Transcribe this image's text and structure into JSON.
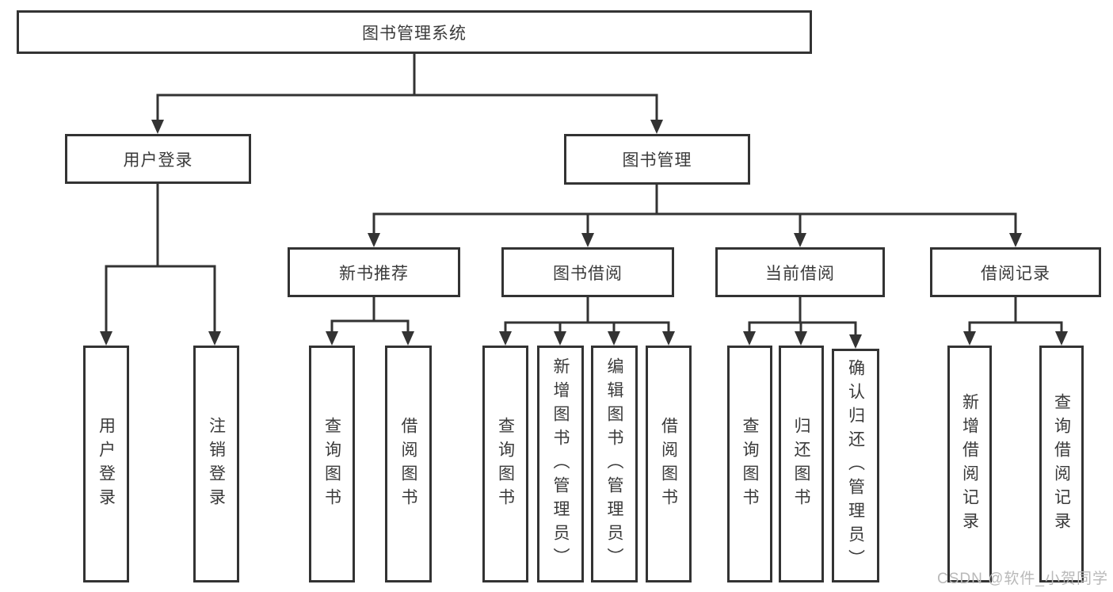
{
  "diagram": {
    "title": "图书管理系统",
    "watermark": "CSDN @软件_小贺同学",
    "colors": {
      "line": "#333333",
      "box_border": "#333333",
      "text": "#3a3a3a",
      "watermark": "#b9b9b9",
      "background": "#ffffff"
    },
    "nodes": {
      "root": {
        "label": "图书管理系统"
      },
      "user_login": {
        "label": "用户登录"
      },
      "book_mgmt": {
        "label": "图书管理"
      },
      "new_book_rec": {
        "label": "新书推荐"
      },
      "book_borrow": {
        "label": "图书借阅"
      },
      "current_borrow": {
        "label": "当前借阅"
      },
      "borrow_records": {
        "label": "借阅记录"
      },
      "leaf_user_login": {
        "label": "用户登录"
      },
      "leaf_logout": {
        "label": "注销登录"
      },
      "leaf_nbr_query": {
        "label": "查询图书"
      },
      "leaf_nbr_borrow": {
        "label": "借阅图书"
      },
      "leaf_bb_query": {
        "label": "查询图书"
      },
      "leaf_bb_add": {
        "label": "新增图书（管理员）"
      },
      "leaf_bb_edit": {
        "label": "编辑图书（管理员）"
      },
      "leaf_bb_borrow": {
        "label": "借阅图书"
      },
      "leaf_cb_query": {
        "label": "查询图书"
      },
      "leaf_cb_return": {
        "label": "归还图书"
      },
      "leaf_cb_confirm": {
        "label": "确认归还（管理员）"
      },
      "leaf_br_add": {
        "label": "新增借阅记录"
      },
      "leaf_br_query": {
        "label": "查询借阅记录"
      }
    },
    "tree": {
      "root": "图书管理系统",
      "children": [
        {
          "label": "用户登录",
          "children": [
            "用户登录",
            "注销登录"
          ]
        },
        {
          "label": "图书管理",
          "children": [
            {
              "label": "新书推荐",
              "children": [
                "查询图书",
                "借阅图书"
              ]
            },
            {
              "label": "图书借阅",
              "children": [
                "查询图书",
                "新增图书（管理员）",
                "编辑图书（管理员）",
                "借阅图书"
              ]
            },
            {
              "label": "当前借阅",
              "children": [
                "查询图书",
                "归还图书",
                "确认归还（管理员）"
              ]
            },
            {
              "label": "借阅记录",
              "children": [
                "新增借阅记录",
                "查询借阅记录"
              ]
            }
          ]
        }
      ]
    }
  }
}
